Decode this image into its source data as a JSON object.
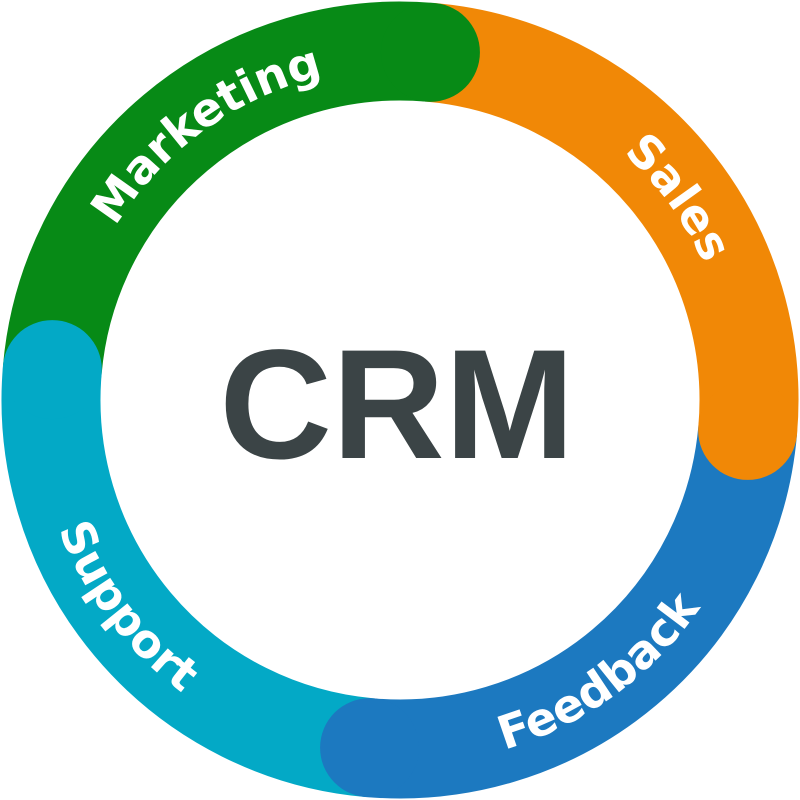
{
  "center_label": "CRM",
  "center_color": "#3b4446",
  "segments": [
    {
      "label": "Marketing",
      "color": "#078a16"
    },
    {
      "label": "Sales",
      "color": "#f18806"
    },
    {
      "label": "Feedback",
      "color": "#1c79c0"
    },
    {
      "label": "Support",
      "color": "#03a9c6"
    }
  ]
}
